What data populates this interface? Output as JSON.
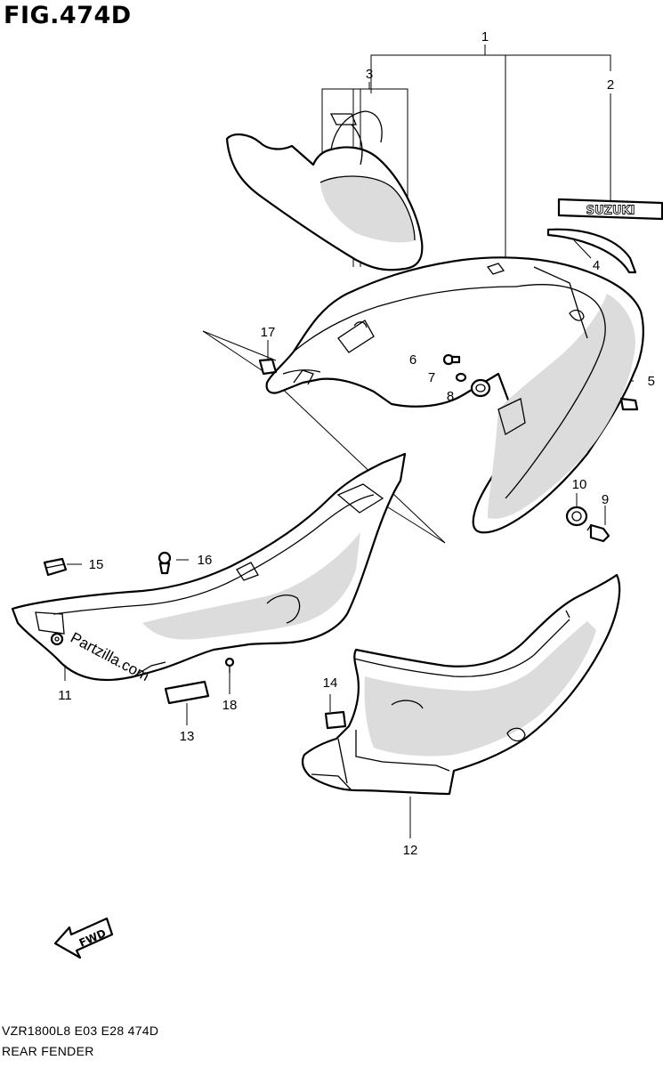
{
  "figure": {
    "title": "FIG.474D",
    "model_code": "VZR1800L8  E03  E28  474D",
    "section_name": "REAR FENDER",
    "watermark": "Partzilla.com",
    "fwd_label": "FWD",
    "brand_decal_text": "SUZUKI"
  },
  "callouts": [
    "1",
    "2",
    "3",
    "4",
    "5",
    "6",
    "7",
    "8",
    "9",
    "10",
    "11",
    "12",
    "13",
    "14",
    "15",
    "16",
    "17",
    "18"
  ]
}
